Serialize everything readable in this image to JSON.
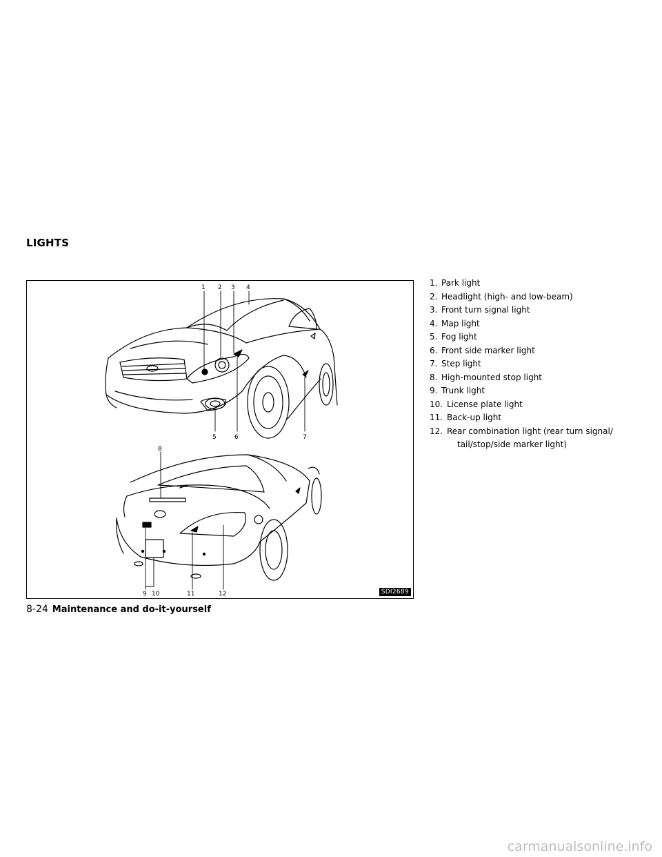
{
  "section_title": "LIGHTS",
  "figure": {
    "id": "SDI2689",
    "callouts": [
      "1",
      "2",
      "3",
      "4",
      "5",
      "6",
      "7",
      "8",
      "9",
      "10",
      "11",
      "12"
    ]
  },
  "legend": [
    {
      "num": "1.",
      "text": "Park light"
    },
    {
      "num": "2.",
      "text": "Headlight (high- and low-beam)"
    },
    {
      "num": "3.",
      "text": "Front turn signal light"
    },
    {
      "num": "4.",
      "text": "Map light"
    },
    {
      "num": "5.",
      "text": "Fog light"
    },
    {
      "num": "6.",
      "text": "Front side marker light"
    },
    {
      "num": "7.",
      "text": "Step light"
    },
    {
      "num": "8.",
      "text": "High-mounted stop light"
    },
    {
      "num": "9.",
      "text": "Trunk light"
    },
    {
      "num": "10.",
      "text": "License plate light"
    },
    {
      "num": "11.",
      "text": "Back-up light"
    },
    {
      "num": "12.",
      "text": "Rear combination light (rear turn signal/",
      "cont": "tail/stop/side marker light)"
    }
  ],
  "footer": {
    "page": "8-24",
    "chapter": "Maintenance and do-it-yourself"
  },
  "watermark": "carmanualsonline.info"
}
